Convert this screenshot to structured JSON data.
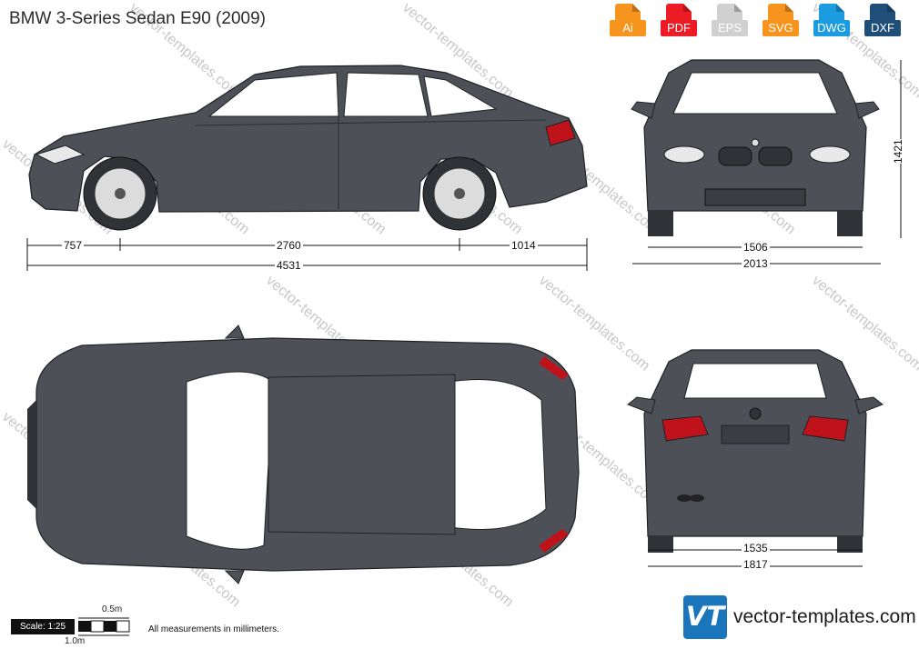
{
  "title": "BMW 3-Series Sedan E90 (2009)",
  "formats": [
    {
      "label": "Ai",
      "color": "#f7941d"
    },
    {
      "label": "PDF",
      "color": "#ed1c24"
    },
    {
      "label": "EPS",
      "color": "#d0d0d0"
    },
    {
      "label": "SVG",
      "color": "#f7941d"
    },
    {
      "label": "DWG",
      "color": "#1b9ce0"
    },
    {
      "label": "DXF",
      "color": "#1f4e79"
    }
  ],
  "dimensions": {
    "front_overhang": "757",
    "wheelbase": "2760",
    "rear_overhang": "1014",
    "length": "4531",
    "front_track": "1506",
    "width_mirrors": "2013",
    "height": "1421",
    "rear_track": "1535",
    "width": "1817"
  },
  "scale": {
    "label": "Scale: 1:25",
    "half": "0.5m",
    "one": "1.0m"
  },
  "note": "All measurements in millimeters.",
  "brand": "vector-templates.com",
  "logo": "VT",
  "watermark": "vector-templates.com",
  "colors": {
    "body": "#4d5157",
    "dark": "#2f3236",
    "glass": "#ffffff",
    "tail": "#c0121b"
  }
}
